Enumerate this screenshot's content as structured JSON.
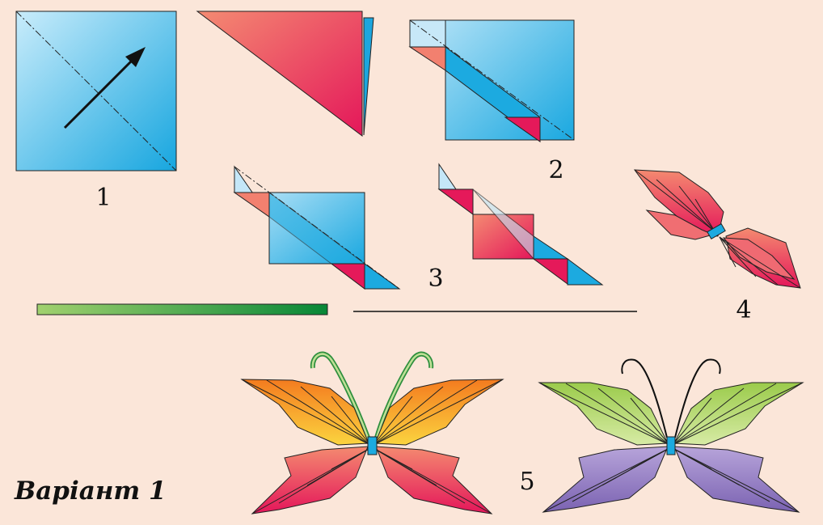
{
  "labels": {
    "step1": "1",
    "step2": "2",
    "step3": "3",
    "step4": "4",
    "step5": "5",
    "variant": "Варіант 1"
  },
  "colors": {
    "background": "#FBE6D9",
    "paper_blue_light": "#BFE6F8",
    "paper_blue": "#1CAAE0",
    "paper_red_light": "#F2806F",
    "paper_red": "#E5195A",
    "bar_green_light": "#9ACF6A",
    "bar_green": "#0B8A3A",
    "orange": "#F2921E",
    "yellow": "#F7D43A",
    "lime": "#A7CE55",
    "violet": "#8C73B8",
    "violet_light": "#B7A4D8",
    "outline": "#1A1A1A"
  },
  "steps": [
    {
      "id": "1",
      "name": "square-sheet-with-fold-arrow"
    },
    {
      "id": "2",
      "name": "folded-triangle-and-strip"
    },
    {
      "id": "3",
      "name": "layered-folds"
    },
    {
      "id": "4",
      "name": "pleated-butterfly-red"
    },
    {
      "id": "5",
      "name": "finished-butterflies"
    }
  ]
}
